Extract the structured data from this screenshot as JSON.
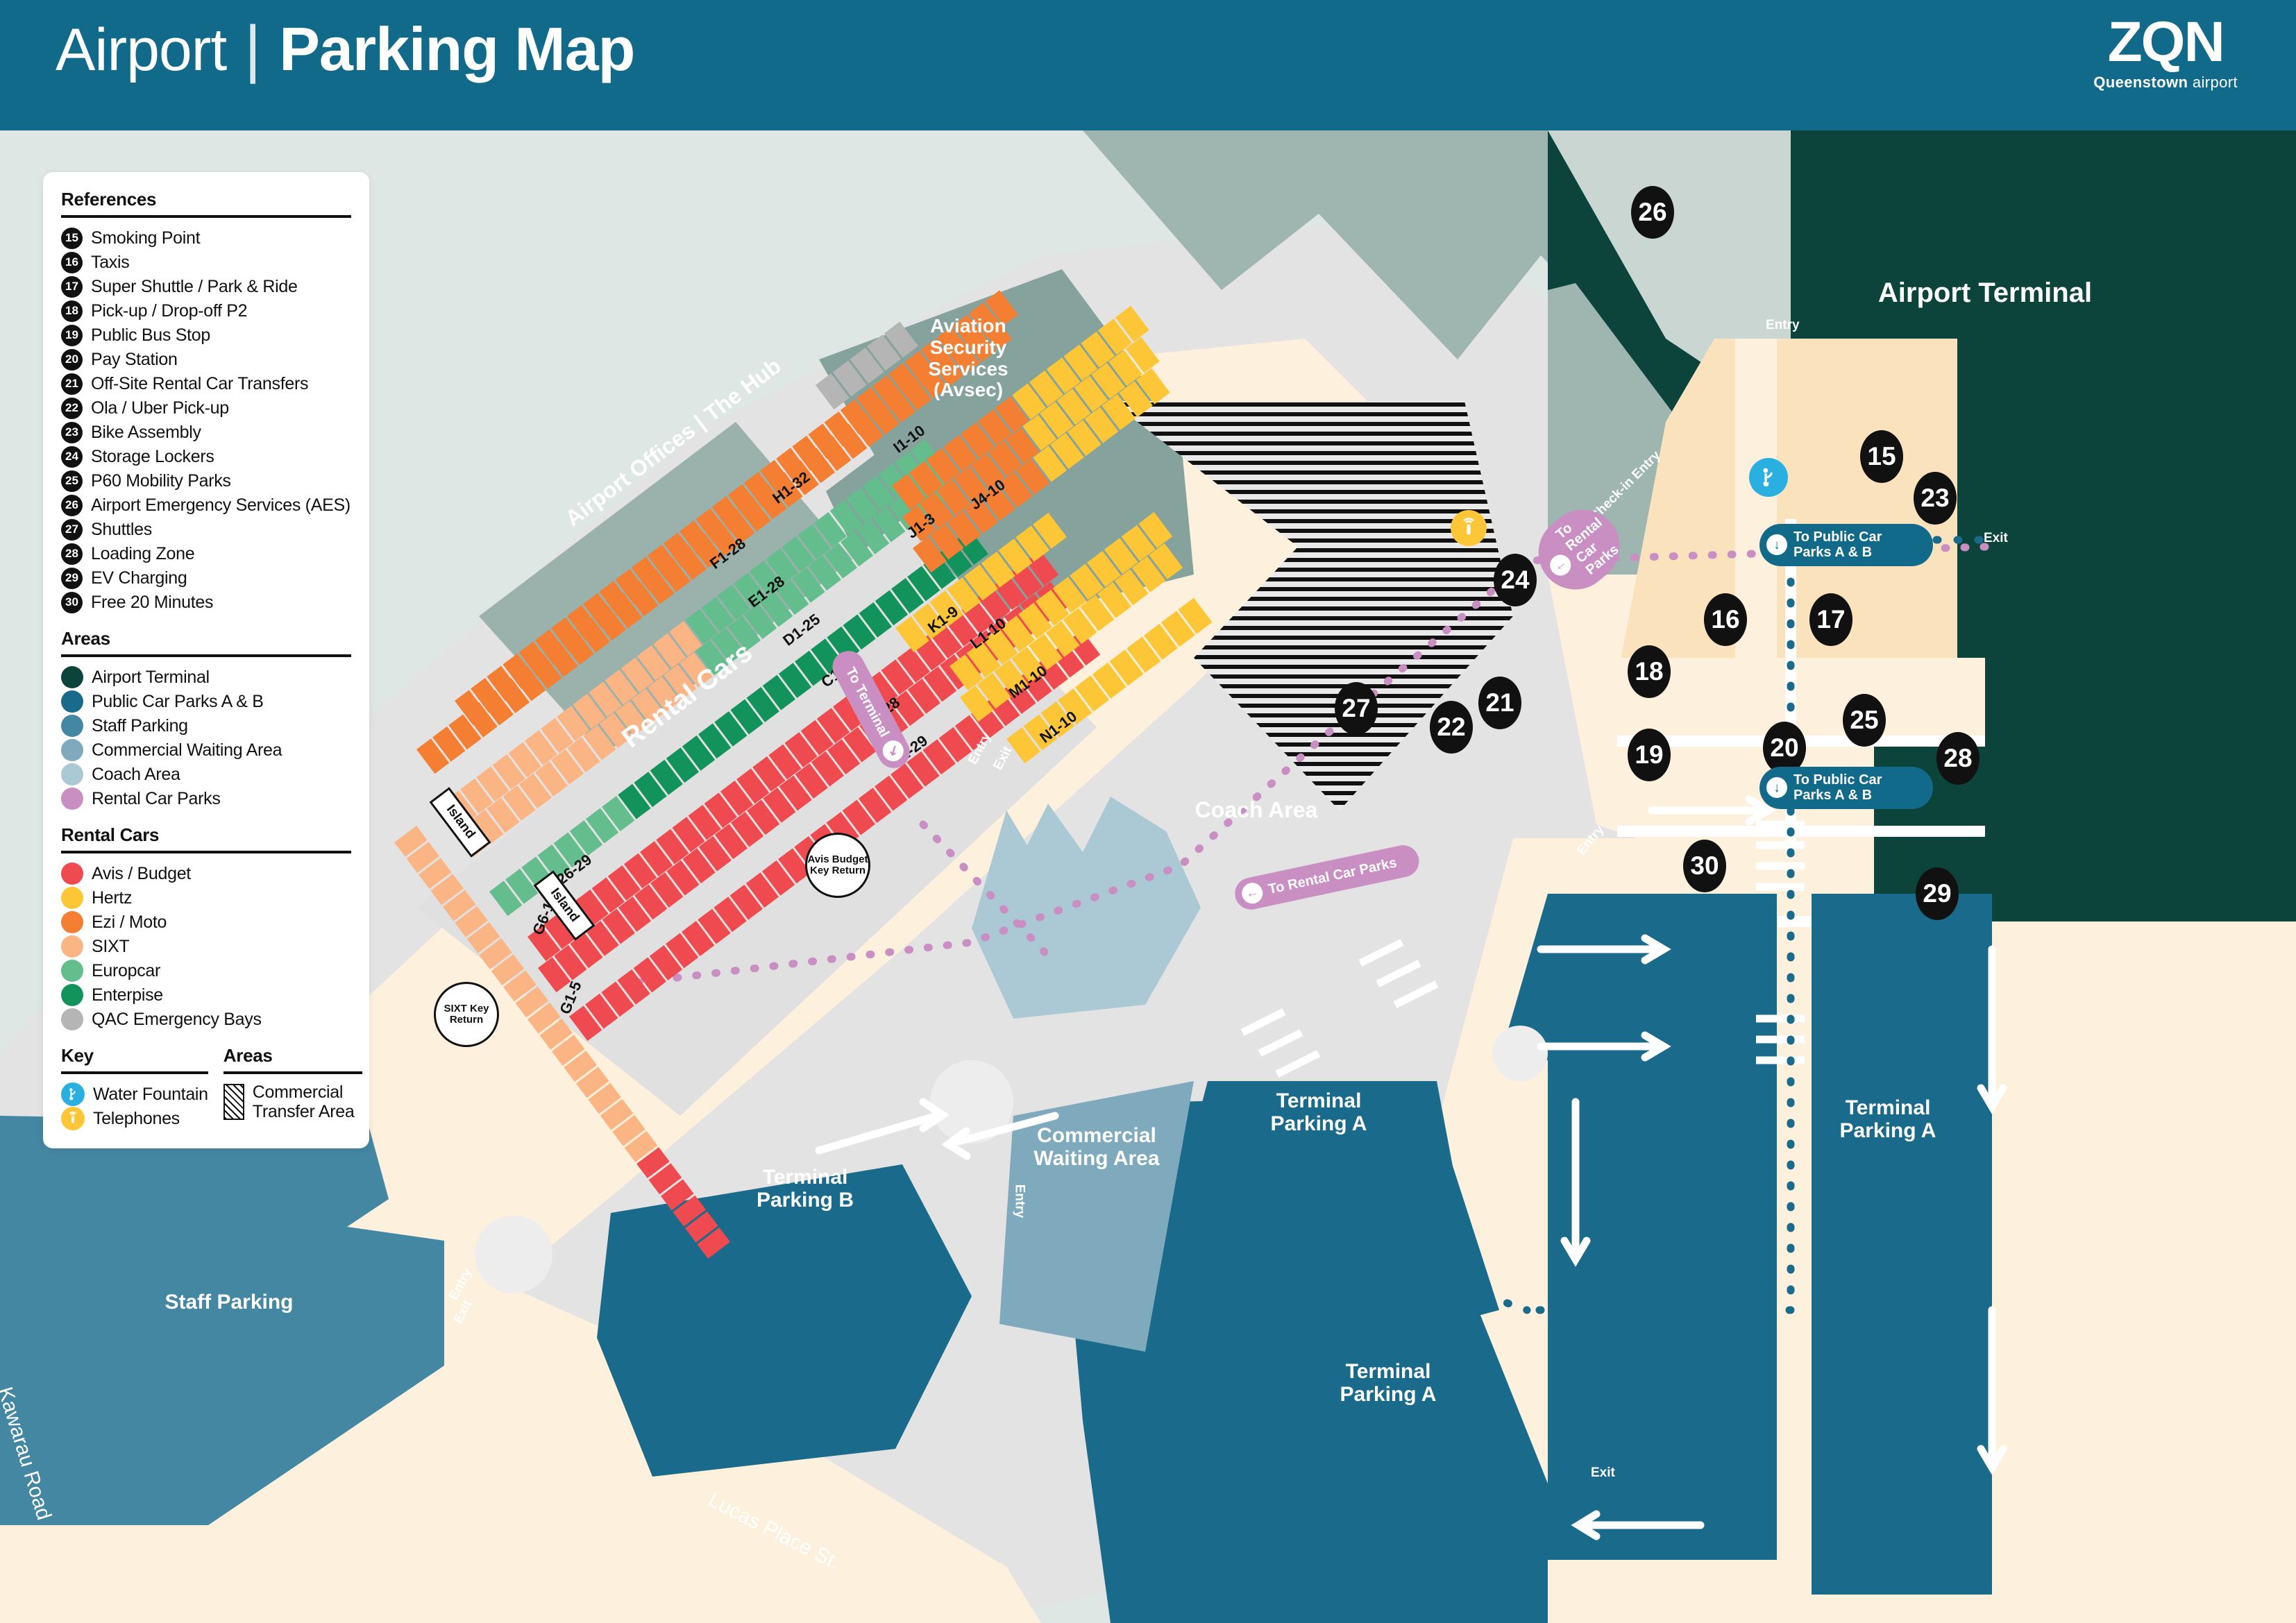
{
  "header": {
    "title_light": "Airport",
    "divider": "|",
    "title_bold": "Parking Map",
    "logo_mark": "ZQN",
    "logo_sub_bold": "Queenstown",
    "logo_sub_light": "airport",
    "bg_color": "#126a8a"
  },
  "legend": {
    "references_heading": "References",
    "references": [
      {
        "num": "15",
        "label": "Smoking Point"
      },
      {
        "num": "16",
        "label": "Taxis"
      },
      {
        "num": "17",
        "label": "Super Shuttle / Park & Ride"
      },
      {
        "num": "18",
        "label": "Pick-up / Drop-off P2"
      },
      {
        "num": "19",
        "label": "Public Bus Stop"
      },
      {
        "num": "20",
        "label": "Pay Station"
      },
      {
        "num": "21",
        "label": "Off-Site Rental Car Transfers"
      },
      {
        "num": "22",
        "label": "Ola / Uber Pick-up"
      },
      {
        "num": "23",
        "label": "Bike Assembly"
      },
      {
        "num": "24",
        "label": "Storage Lockers"
      },
      {
        "num": "25",
        "label": "P60 Mobility Parks"
      },
      {
        "num": "26",
        "label": "Airport Emergency Services (AES)"
      },
      {
        "num": "27",
        "label": "Shuttles"
      },
      {
        "num": "28",
        "label": "Loading Zone"
      },
      {
        "num": "29",
        "label": "EV Charging"
      },
      {
        "num": "30",
        "label": "Free 20 Minutes"
      }
    ],
    "areas_heading": "Areas",
    "areas": [
      {
        "label": "Airport Terminal",
        "color": "#0c443c"
      },
      {
        "label": "Public Car Parks A & B",
        "color": "#1a6a8c"
      },
      {
        "label": "Staff Parking",
        "color": "#4487a2"
      },
      {
        "label": "Commercial Waiting Area",
        "color": "#7fa9bd"
      },
      {
        "label": "Coach Area",
        "color": "#aac9d5"
      },
      {
        "label": "Rental Car Parks",
        "color": "#c98fc3"
      }
    ],
    "rental_heading": "Rental Cars",
    "rental": [
      {
        "label": "Avis / Budget",
        "color": "#ef4a4f"
      },
      {
        "label": "Hertz",
        "color": "#fcc636"
      },
      {
        "label": "Ezi / Moto",
        "color": "#f47e31"
      },
      {
        "label": "SIXT",
        "color": "#fbb584"
      },
      {
        "label": "Europcar",
        "color": "#63bd8c"
      },
      {
        "label": "Enterpise",
        "color": "#13935c"
      },
      {
        "label": "QAC Emergency Bays",
        "color": "#b5b5b5"
      }
    ],
    "key_heading": "Key",
    "key_items": [
      {
        "label": "Water Fountain",
        "icon": "water-fountain-icon",
        "color": "#2ab0e0"
      },
      {
        "label": "Telephones",
        "icon": "telephone-icon",
        "color": "#fcc636"
      }
    ],
    "key_areas_heading": "Areas",
    "key_areas": [
      {
        "label": "Commercial Transfer Area",
        "icon": "hatched-swatch"
      }
    ]
  },
  "map": {
    "area_labels": [
      {
        "id": "airport-terminal",
        "text": "Airport Terminal"
      },
      {
        "id": "aviation-security",
        "text": "Aviation Security Services (Avsec)"
      },
      {
        "id": "airport-offices",
        "text": "Airport Offices | The Hub"
      },
      {
        "id": "rental-cars",
        "text": "Rental Cars"
      },
      {
        "id": "coach-area",
        "text": "Coach Area"
      },
      {
        "id": "commercial-waiting-area",
        "text": "Commercial Waiting Area"
      },
      {
        "id": "terminal-parking-a-1",
        "text": "Terminal Parking A"
      },
      {
        "id": "terminal-parking-a-2",
        "text": "Terminal Parking A"
      },
      {
        "id": "terminal-parking-a-3",
        "text": "Terminal Parking A"
      },
      {
        "id": "terminal-parking-b",
        "text": "Terminal Parking B"
      },
      {
        "id": "staff-parking",
        "text": "Staff Parking"
      }
    ],
    "markers": [
      {
        "num": "26"
      },
      {
        "num": "15"
      },
      {
        "num": "23"
      },
      {
        "num": "16"
      },
      {
        "num": "17"
      },
      {
        "num": "18"
      },
      {
        "num": "19"
      },
      {
        "num": "20"
      },
      {
        "num": "25"
      },
      {
        "num": "28"
      },
      {
        "num": "29"
      },
      {
        "num": "30"
      },
      {
        "num": "24"
      },
      {
        "num": "21"
      },
      {
        "num": "22"
      },
      {
        "num": "27"
      }
    ],
    "signs": [
      {
        "id": "sign-to-public-car-parks-top",
        "text": "To Public Car Parks A & B",
        "color": "#126a8a",
        "glyph": "↓"
      },
      {
        "id": "sign-to-public-car-parks-mid",
        "text": "To Public Car Parks A & B",
        "color": "#126a8a",
        "glyph": "↓"
      },
      {
        "id": "sign-to-rental-car-parks-top",
        "text": "To Rental Car Parks",
        "color": "#c98fc3",
        "glyph": "←"
      },
      {
        "id": "sign-to-rental-car-parks-bottom",
        "text": "To Rental Car Parks",
        "color": "#c98fc3",
        "glyph": "←"
      },
      {
        "id": "sign-to-terminal",
        "text": "To Terminal",
        "color": "#c98fc3",
        "glyph": "↘"
      }
    ],
    "bay_labels": [
      "H1-32",
      "I1-10",
      "J1-3",
      "J4-10",
      "K1-9",
      "L1-10",
      "M1-10",
      "N1-10",
      "F1-28",
      "E1-28",
      "D1-25",
      "D26-29",
      "C1-28",
      "B1-28",
      "A1-29",
      "G6-19",
      "G1-5"
    ],
    "island_labels": [
      "Island",
      "Island"
    ],
    "key_returns": [
      "SIXT Key Return",
      "Avis Budget Key Return"
    ],
    "road_text": [
      "Entry",
      "Exit",
      "Check-in Entry",
      "Entry",
      "Entry",
      "Exit",
      "Entry",
      "Exit",
      "Entry",
      "Exit"
    ],
    "road_names": [
      "Kawarau Road",
      "Lucas Place St."
    ],
    "pois": [
      {
        "id": "water-fountain-poi",
        "icon": "water-fountain-icon",
        "color": "#2ab0e0"
      },
      {
        "id": "telephone-poi",
        "icon": "telephone-icon",
        "color": "#fcc636"
      }
    ]
  }
}
